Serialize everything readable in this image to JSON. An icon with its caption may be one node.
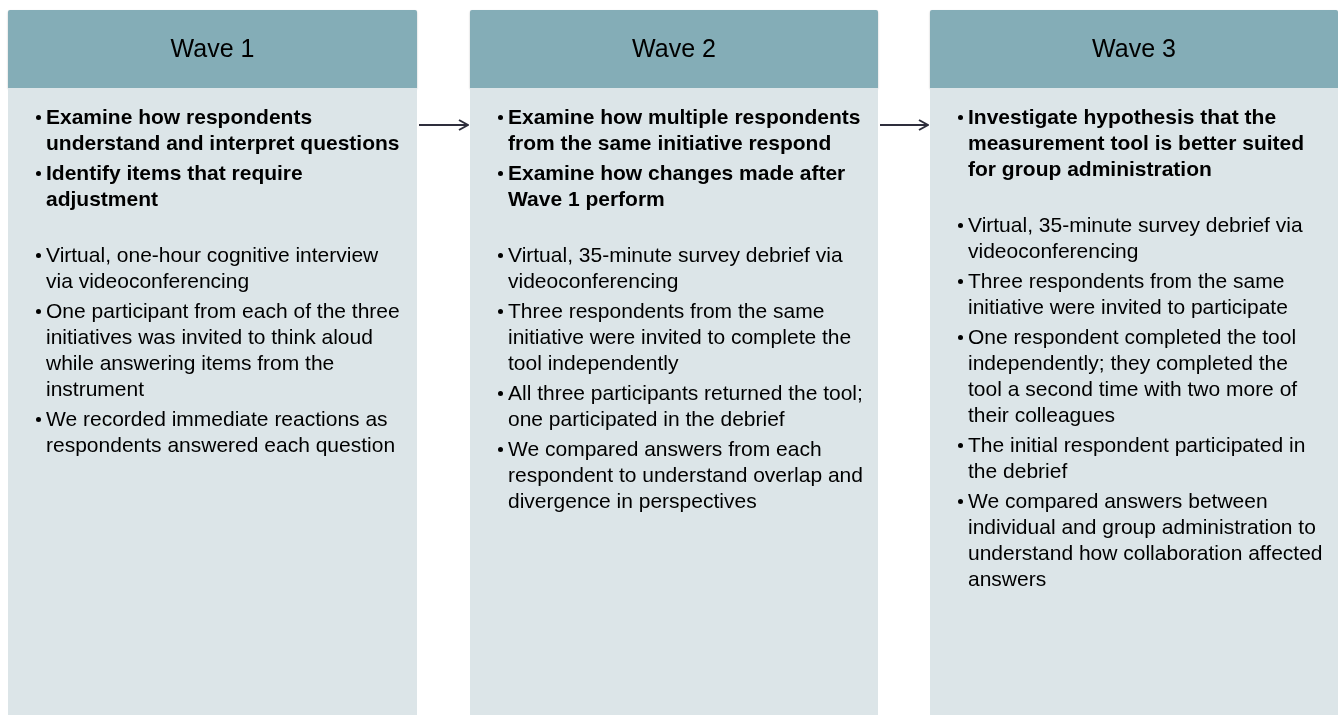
{
  "diagram": {
    "nodes": [
      {
        "text": [
          "Wave 1"
        ]
      },
      {
        "text": [
          "Examine how respondents understand and interpret questions",
          "Identify items that require adjustment",
          "Virtual, one-hour cognitive interview via videoconferencing",
          "One participant from each of the three initiatives was invited to think aloud while answering items from the instrument",
          "We recorded immediate reactions as respondents answered each question"
        ]
      },
      {
        "text": [
          "Wave 2"
        ]
      },
      {
        "text": [
          "Examine how multiple respondents from the same initiative respond",
          "Examine how changes made after Wave 1 perform",
          "Virtual, 35-minute survey debrief via videoconferencing",
          "Three respondents from the same initiative were invited to complete the tool independently",
          "All three participants returned the tool; one participated in the debrief",
          "We compared answers from each respondent to understand overlap and divergence in perspectives"
        ]
      },
      {
        "text": [
          "Wave 3"
        ]
      },
      {
        "text": [
          "Investigate hypothesis that the measurement tool is better suited for group administration",
          "Virtual, 35-minute survey debrief via videoconferencing",
          "Three respondents from the same initiative were invited to participate",
          "One respondent completed the tool independently; they completed the tool a second time with two more of their colleagues",
          "The initial respondent participated in the debrief",
          "We compared answers between individual and group administration to understand how collaboration affected answers"
        ]
      }
    ],
    "edges": [
      {
        "from": 1,
        "to": 3,
        "arrow": "to"
      },
      {
        "from": 3,
        "to": 5,
        "arrow": "to"
      }
    ]
  }
}
